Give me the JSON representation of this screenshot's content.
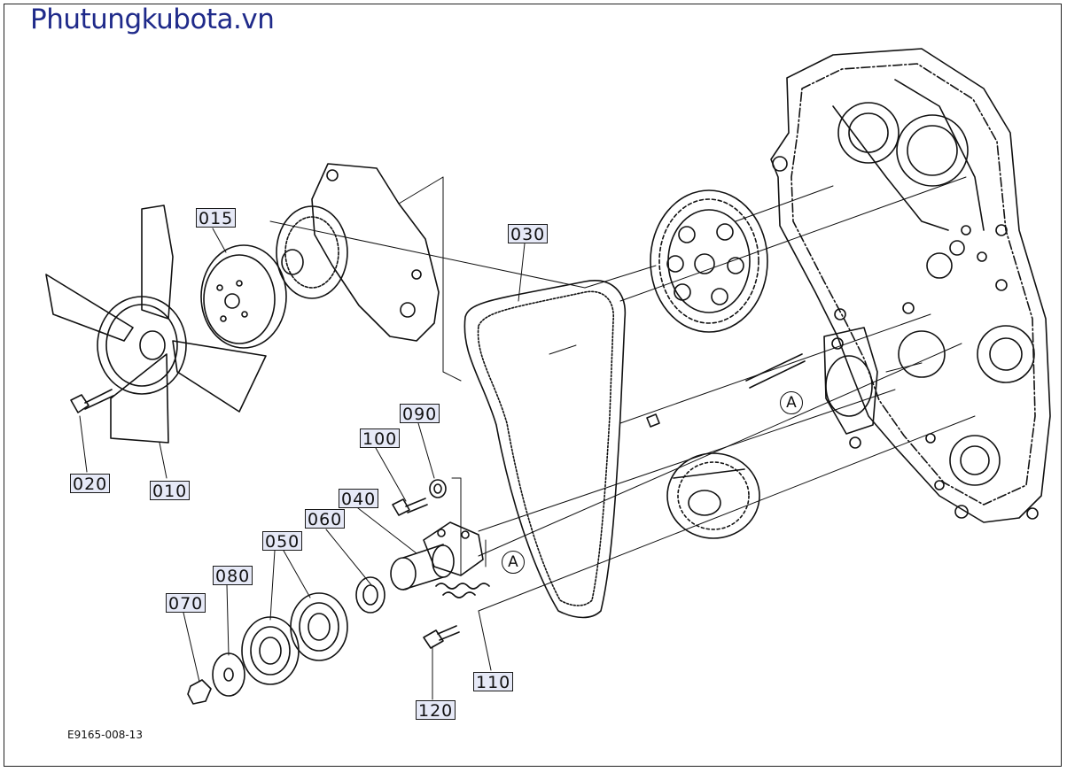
{
  "watermark": "Phutungkubota.vn",
  "drawing_code": "E9165-008-13",
  "ref_marker": "A",
  "callouts": {
    "p010": "010",
    "p015": "015",
    "p020": "020",
    "p030": "030",
    "p040": "040",
    "p050": "050",
    "p060": "060",
    "p070": "070",
    "p080": "080",
    "p090": "090",
    "p100": "100",
    "p110": "110",
    "p120": "120"
  },
  "colors": {
    "line": "#111111",
    "callout_bg": "#e6e9f7",
    "watermark": "#1f2a8a"
  }
}
